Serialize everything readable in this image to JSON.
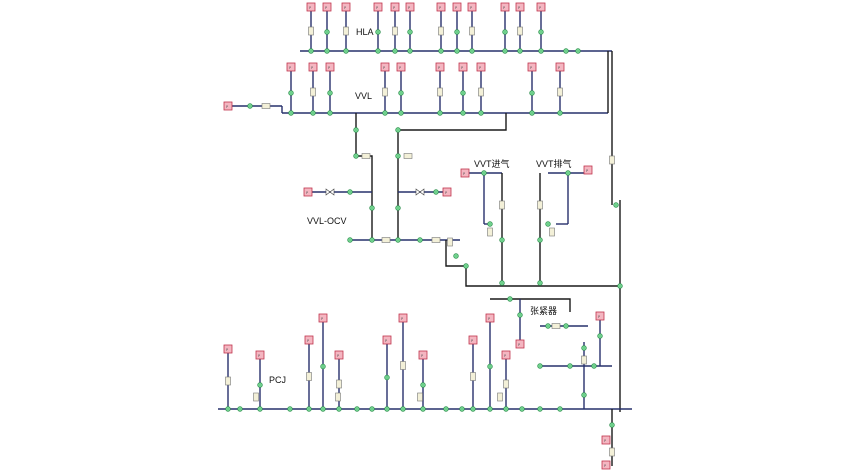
{
  "diagram": {
    "labels": {
      "hla": "HLA",
      "vvl": "VVL",
      "vvl_ocv": "VVL-OCV",
      "vvt_intake": "VVT进气",
      "vvt_exhaust": "VVT排气",
      "tensioner": "张紧器",
      "pcj": "PCJ"
    },
    "colors": {
      "pipe": "#27306b",
      "pipe_secondary": "#1a1a1a",
      "source_fill": "#f4b6c1",
      "source_stroke": "#c0344d",
      "junction_fill": "#6fd08c",
      "junction_stroke": "#2f8f4f",
      "restrictor_fill": "#f3f0d8",
      "restrictor_stroke": "#777777"
    },
    "icons": {
      "boundary": "pressure-boundary-icon",
      "junction": "junction-node-icon",
      "restrictor": "orifice-icon",
      "valve": "valve-icon"
    }
  }
}
